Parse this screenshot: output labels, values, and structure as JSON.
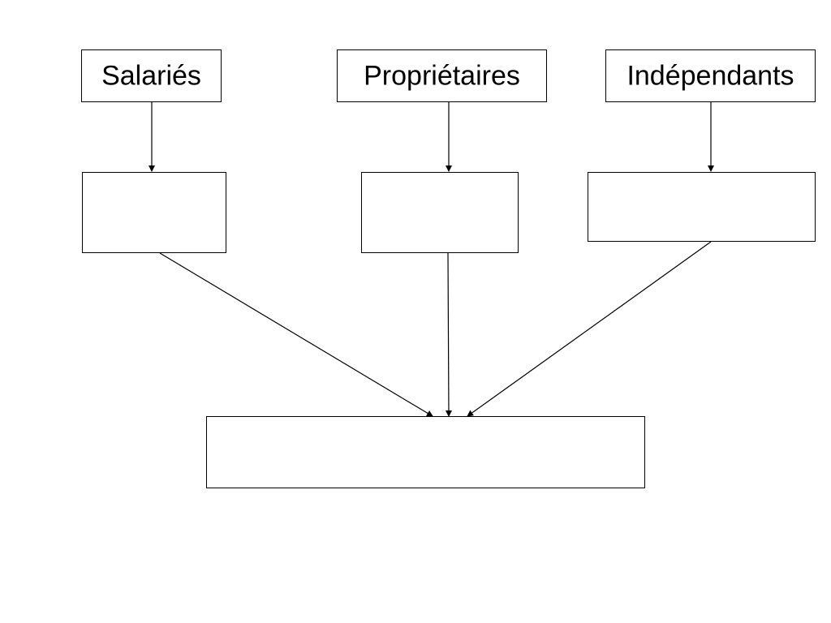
{
  "diagram": {
    "top_boxes": [
      {
        "label": "Salariés"
      },
      {
        "label": "Propriétaires"
      },
      {
        "label": "Indépendants"
      }
    ],
    "middle_boxes": [
      {
        "label": ""
      },
      {
        "label": ""
      },
      {
        "label": ""
      }
    ],
    "bottom_box": {
      "label": ""
    },
    "colors": {
      "stroke": "#000000",
      "fill": "#ffffff",
      "text": "#000000"
    }
  }
}
